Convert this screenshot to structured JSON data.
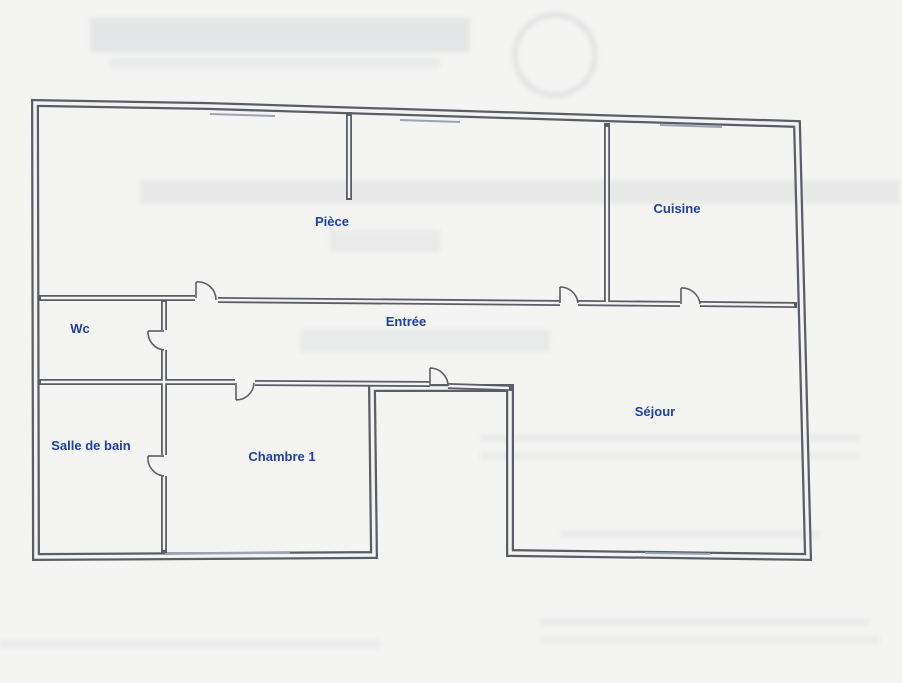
{
  "floor_plan": {
    "rooms": [
      {
        "id": "piece",
        "label": "Pièce"
      },
      {
        "id": "cuisine",
        "label": "Cuisine"
      },
      {
        "id": "entree",
        "label": "Entrée"
      },
      {
        "id": "wc",
        "label": "Wc"
      },
      {
        "id": "salle-de-bain",
        "label": "Salle de bain"
      },
      {
        "id": "chambre-1",
        "label": "Chambre 1"
      },
      {
        "id": "sejour",
        "label": "Séjour"
      }
    ],
    "colors": {
      "wall_stroke": "#5a5e66",
      "wall_fill": "#f3f3f3",
      "window": "#9aa4b8",
      "room_label": "#1f3fa6",
      "background": "#f4f4f2"
    }
  }
}
